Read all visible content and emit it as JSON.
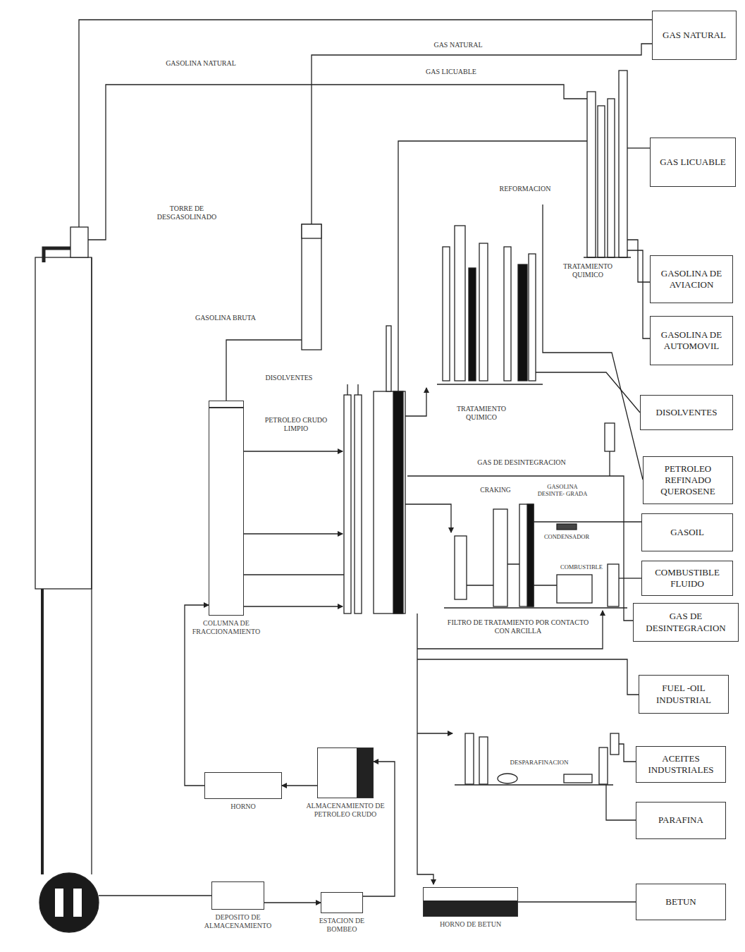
{
  "diagram": {
    "nodes": [
      {
        "text": [
          "GAS NATURAL"
        ]
      },
      {
        "text": [
          "GAS LICUABLE"
        ]
      },
      {
        "text": [
          "GASOLINA DE AVIACION"
        ]
      },
      {
        "text": [
          "GASOLINA DE AUTOMOVIL"
        ]
      },
      {
        "text": [
          "DISOLVENTES"
        ]
      },
      {
        "text": [
          "PETROLEO REFINADO QUEROSENE"
        ]
      },
      {
        "text": [
          "GASOIL"
        ]
      },
      {
        "text": [
          "COMBUSTIBLE FLUIDO"
        ]
      },
      {
        "text": [
          "GAS DE DESINTEGRACION"
        ]
      },
      {
        "text": [
          "FUEL -OIL INDUSTRIAL"
        ]
      },
      {
        "text": [
          "ACEITES INDUSTRIALES"
        ]
      },
      {
        "text": [
          "PARAFINA"
        ]
      },
      {
        "text": [
          "BETUN"
        ]
      },
      {
        "text": [
          "COLUMNA DE FRACCIONAMIENTO"
        ]
      },
      {
        "text": [
          "HORNO"
        ]
      },
      {
        "text": [
          "ALMACENAMIENTO DE PETROLEO CRUDO"
        ]
      },
      {
        "text": [
          "DEPOSITO DE ALMACENAMIENTO"
        ]
      },
      {
        "text": [
          "ESTACION DE BOMBEO"
        ]
      },
      {
        "text": [
          "HORNO DE BETUN"
        ]
      }
    ],
    "edges": [
      {
        "from": 16,
        "to": 17,
        "arrow": "to"
      },
      {
        "from": 17,
        "to": 15,
        "arrow": "to"
      },
      {
        "from": 15,
        "to": 14,
        "arrow": "to"
      },
      {
        "from": 14,
        "to": 13,
        "arrow": "to"
      },
      {
        "from": 18,
        "to": 12,
        "arrow": "none"
      }
    ],
    "labels": [
      "GASOLINA NATURAL",
      "GAS NATURAL",
      "GAS LICUABLE",
      "TORRE DE DESGASOLINADO",
      "REFORMACION",
      "TRATAMIENTO QUIMICO",
      "GASOLINA BRUTA",
      "DISOLVENTES",
      "PETROLEO CRUDO LIMPIO",
      "TRATAMIENTO QUIMICO",
      "GAS DE DESINTEGRACION",
      "CRAKING",
      "GASOLINA DESINTE- GRADA",
      "CONDENSADOR",
      "COMBUSTIBLE",
      "FILTRO DE TRATAMIENTO POR CONTACTO CON ARCILLA",
      "DESPARAFINACION"
    ]
  }
}
